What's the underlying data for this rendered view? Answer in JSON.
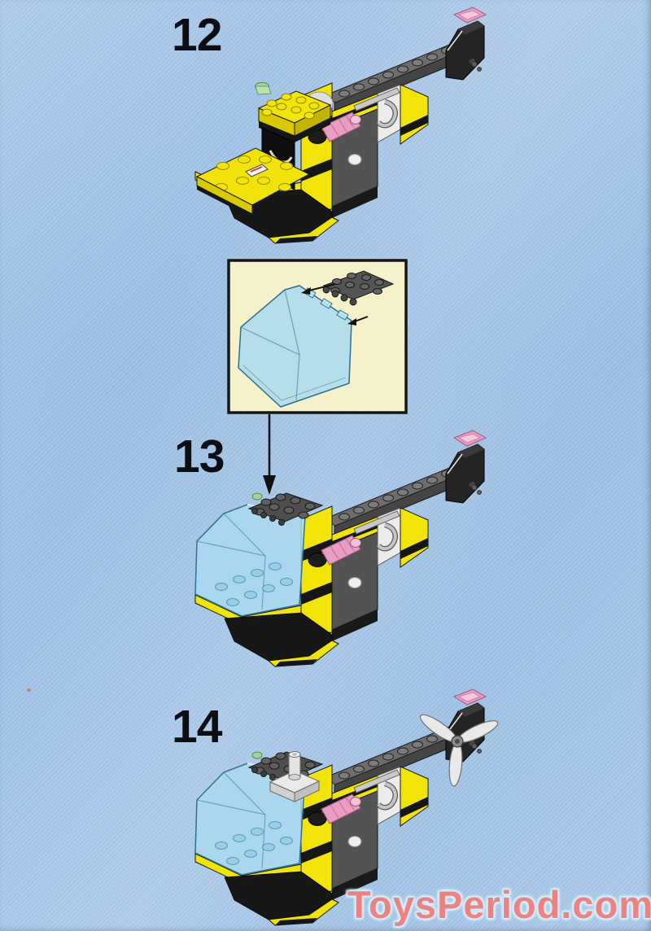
{
  "steps": [
    {
      "number": "12",
      "illustration": "helicopter-body-open-cockpit-with-tail-boom"
    },
    {
      "number": "13",
      "illustration": "helicopter-with-windscreen-canopy-attached"
    },
    {
      "number": "14",
      "illustration": "helicopter-with-rotor-mount-and-tail-rotor"
    }
  ],
  "callout": {
    "background_color": "#f5f2cb",
    "border_color": "#151515",
    "parts": [
      {
        "icon": "trans-blue-windscreen-part"
      },
      {
        "icon": "dark-grey-hinge-plate-part"
      }
    ]
  },
  "watermark": {
    "text": "ToysPeriod.com",
    "color": "#ec8282",
    "halo_color": "#d6eefc"
  },
  "colors": {
    "page_background": "#9fc2e4",
    "brick_yellow": "#f2e409",
    "brick_dark_grey": "#535353",
    "brick_black": "#1a1a1a",
    "trans_pink": "#ea9cc1",
    "trans_green": "#a5d6a0",
    "trans_light_blue": "#aaddf0",
    "light_grey": "#d9d9d9"
  }
}
